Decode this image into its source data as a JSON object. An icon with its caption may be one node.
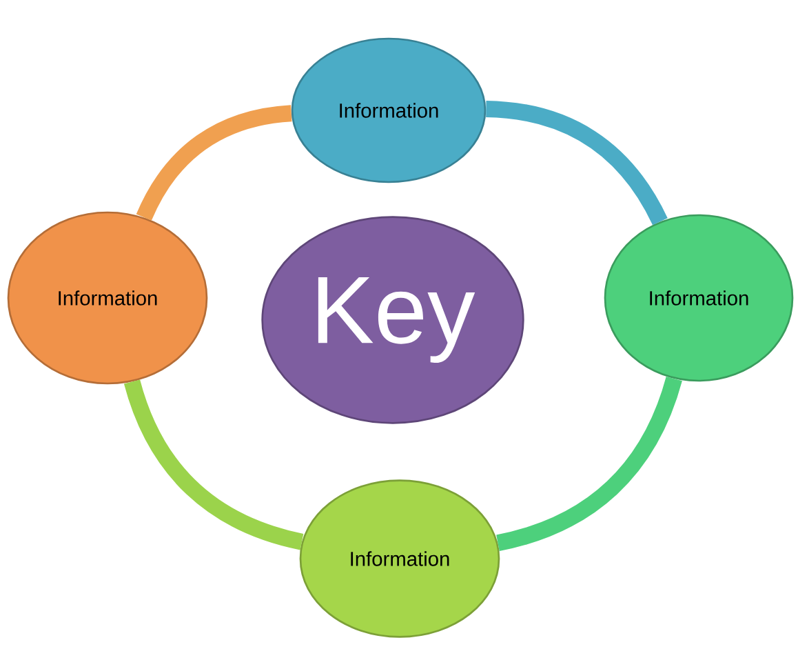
{
  "diagram": {
    "nodes": [
      {
        "text": [
          "Key"
        ]
      },
      {
        "text": [
          "Information"
        ]
      },
      {
        "text": [
          "Information"
        ]
      },
      {
        "text": [
          "Information"
        ]
      },
      {
        "text": [
          "Information"
        ]
      }
    ],
    "edges": [
      {
        "from": 1,
        "to": 2,
        "arrow": "none",
        "color": "#4bacc6"
      },
      {
        "from": 2,
        "to": 3,
        "arrow": "none",
        "color": "#4dd07c"
      },
      {
        "from": 3,
        "to": 4,
        "arrow": "none",
        "color": "#9bd34b"
      },
      {
        "from": 4,
        "to": 1,
        "arrow": "none",
        "color": "#f0a050"
      }
    ]
  }
}
